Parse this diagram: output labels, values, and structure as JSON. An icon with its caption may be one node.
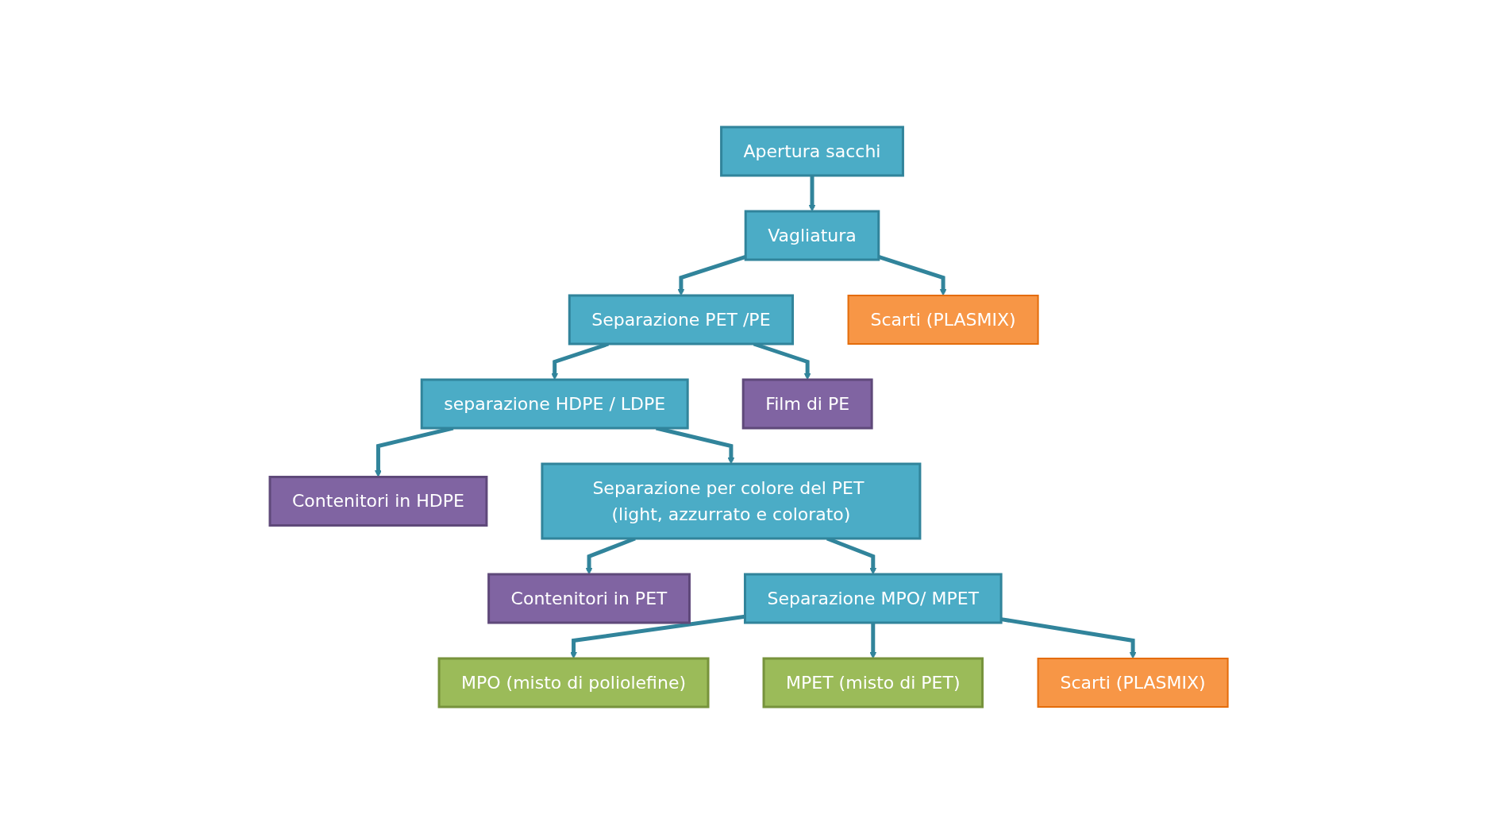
{
  "diagram": {
    "nodes": [
      {
        "text": [
          "Apertura sacchi"
        ]
      },
      {
        "text": [
          "Vagliatura"
        ]
      },
      {
        "text": [
          "Scarti (PLASMIX)"
        ]
      },
      {
        "text": [
          "Separazione PET /PE"
        ]
      },
      {
        "text": [
          "Film di PE"
        ]
      },
      {
        "text": [
          "Contenitori in HDPE"
        ]
      },
      {
        "text": [
          "separazione HDPE / LDPE"
        ]
      },
      {
        "text": [
          "Contenitori in PET"
        ]
      },
      {
        "text": [
          "Separazione per colore del PET (light, azzurrato e colorato)"
        ]
      },
      {
        "text": [
          "MPO (misto di poliolefine)"
        ]
      },
      {
        "text": [
          "Separazione MPO/ MPET"
        ]
      },
      {
        "text": [
          "MPET (misto di PET)"
        ]
      },
      {
        "text": [
          "Scarti (PLASMIX)"
        ]
      }
    ],
    "edges": [
      {
        "from": 0,
        "to": 1,
        "arrow": "to"
      },
      {
        "from": 1,
        "to": 2,
        "arrow": "to"
      },
      {
        "from": 1,
        "to": 3,
        "arrow": "to"
      },
      {
        "from": 3,
        "to": 4,
        "arrow": "to"
      },
      {
        "from": 3,
        "to": 6,
        "arrow": "to"
      },
      {
        "from": 6,
        "to": 5,
        "arrow": "to"
      },
      {
        "from": 6,
        "to": 8,
        "arrow": "to"
      },
      {
        "from": 8,
        "to": 7,
        "arrow": "to"
      },
      {
        "from": 8,
        "to": 10,
        "arrow": "to"
      },
      {
        "from": 10,
        "to": 9,
        "arrow": "to"
      },
      {
        "from": 10,
        "to": 11,
        "arrow": "to"
      },
      {
        "from": 10,
        "to": 12,
        "arrow": "to"
      }
    ]
  }
}
